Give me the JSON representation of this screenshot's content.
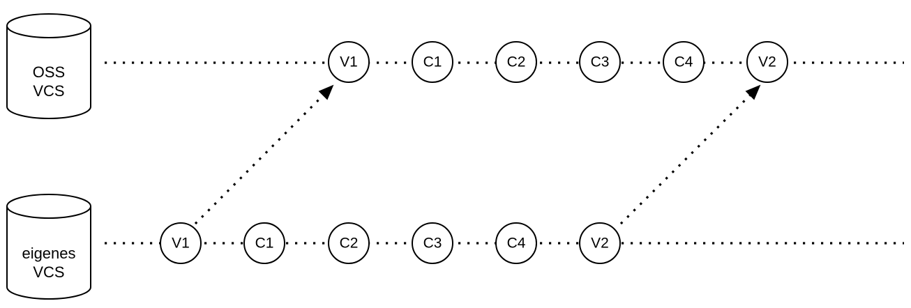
{
  "repositories": [
    {
      "id": "oss",
      "label_lines": [
        "OSS",
        "VCS"
      ]
    },
    {
      "id": "own",
      "label_lines": [
        "eigenes",
        "VCS"
      ]
    }
  ],
  "oss_track": [
    "V1",
    "C1",
    "C2",
    "C3",
    "C4",
    "V2"
  ],
  "own_track": [
    "V1",
    "C1",
    "C2",
    "C3",
    "C4",
    "V2"
  ],
  "sync_arrows": [
    {
      "from": "own.V1",
      "to": "oss.V1"
    },
    {
      "from": "own.V2",
      "to": "oss.V2"
    }
  ],
  "colors": {
    "stroke": "#000000",
    "fill": "#ffffff"
  }
}
